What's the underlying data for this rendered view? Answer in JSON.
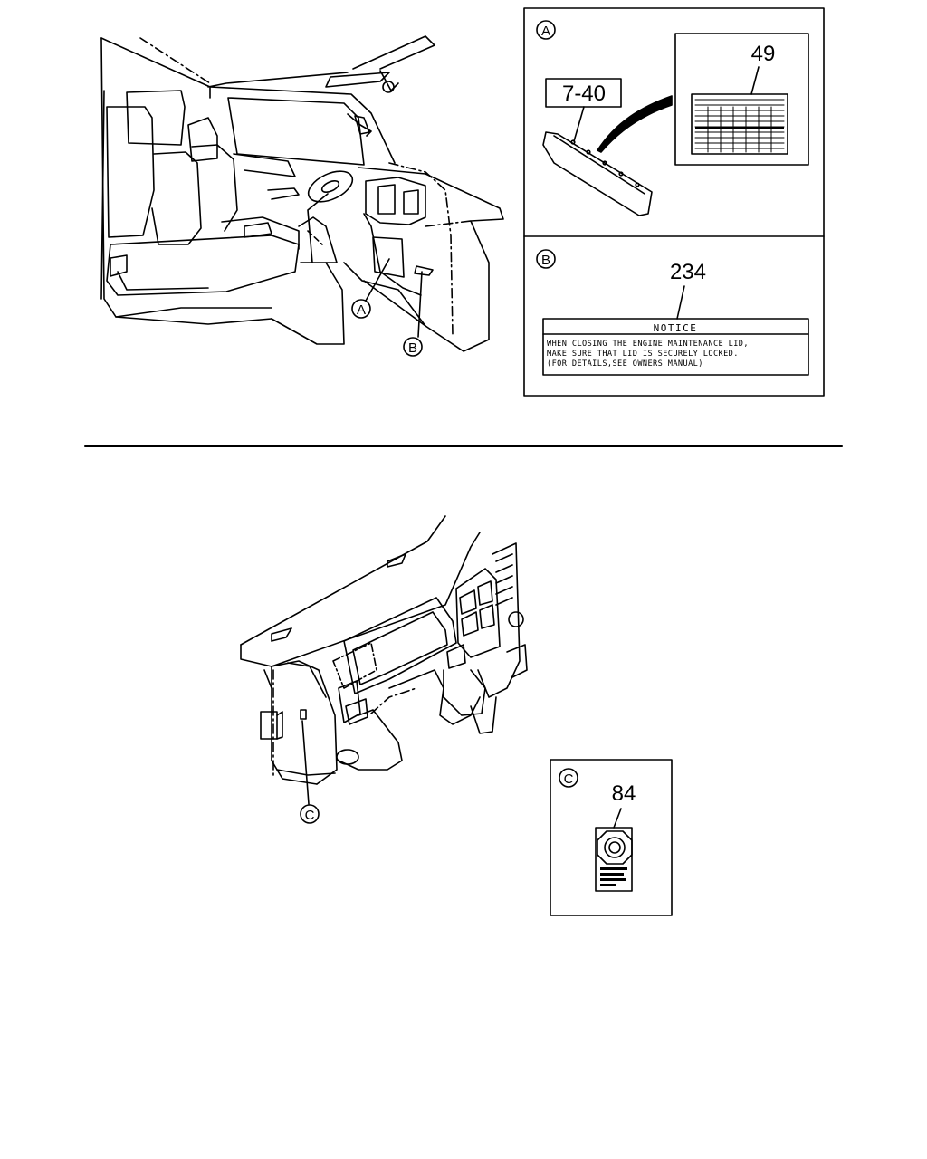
{
  "callouts": {
    "a": "A",
    "b": "B",
    "c": "C"
  },
  "panel_a": {
    "part_ref": "7-40",
    "part_no": "49"
  },
  "panel_b": {
    "part_no": "234",
    "notice_title": "NOTICE",
    "notice_lines": [
      "WHEN CLOSING THE ENGINE MAINTENANCE LID,",
      "MAKE SURE THAT LID IS SECURELY LOCKED.",
      "(FOR DETAILS,SEE OWNERS MANUAL)"
    ]
  },
  "panel_c": {
    "part_no": "84"
  }
}
